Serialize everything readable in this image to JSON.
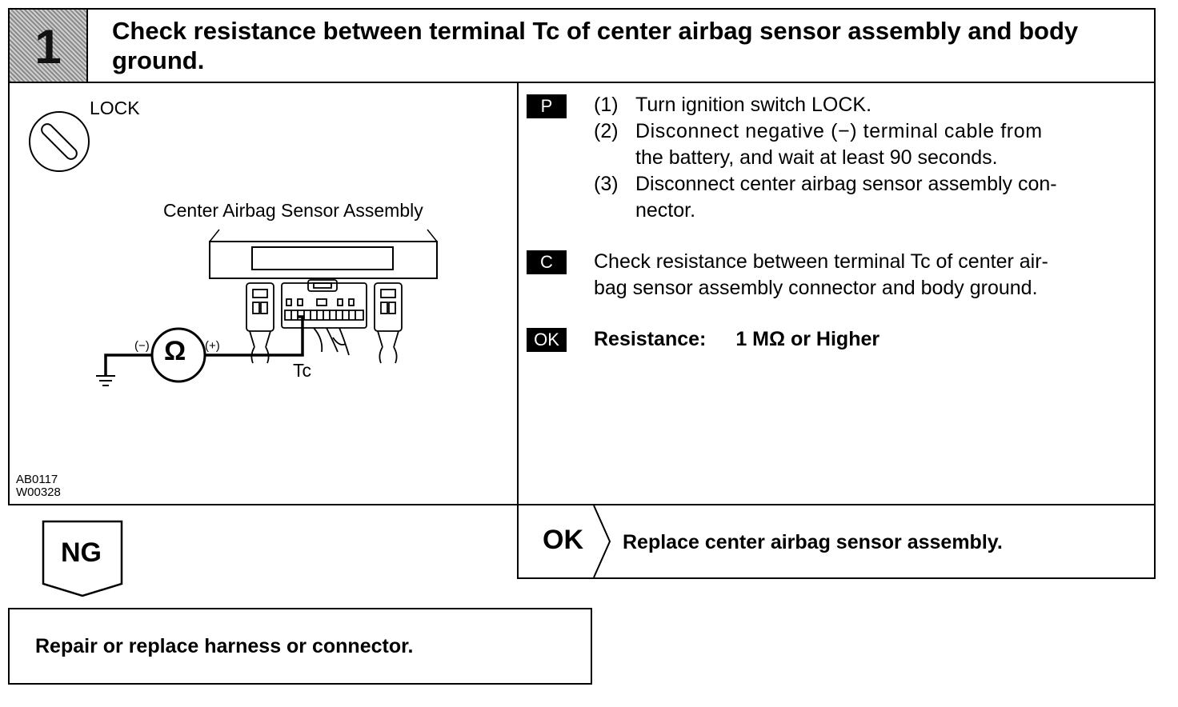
{
  "step": {
    "number": "1",
    "title": "Check resistance between terminal Tc of center airbag sensor assembly and body ground."
  },
  "diagram": {
    "lock_label": "LOCK",
    "assembly_label": "Center Airbag Sensor Assembly",
    "minus_label": "(−)",
    "plus_label": "(+)",
    "ohm_symbol": "Ω",
    "tc_label": "Tc",
    "code1": "AB0117",
    "code2": "W00328"
  },
  "procedure": {
    "p_tag": "P",
    "steps": [
      {
        "num": "(1)",
        "line1": "Turn ignition switch LOCK.",
        "line2": ""
      },
      {
        "num": "(2)",
        "line1": "Disconnect negative (−) terminal cable from",
        "line2": "the battery, and wait at least 90 seconds."
      },
      {
        "num": "(3)",
        "line1": "Disconnect center airbag sensor assembly con-",
        "line2": "nector."
      }
    ],
    "c_tag": "C",
    "check_line1": "Check resistance between terminal Tc of center air-",
    "check_line2": "bag sensor assembly connector and body ground.",
    "ok_tag": "OK",
    "resistance_label": "Resistance:",
    "resistance_value": "1 MΩ or Higher"
  },
  "results": {
    "ok_label": "OK",
    "ok_action": "Replace center airbag sensor assembly.",
    "ng_label": "NG",
    "ng_action": "Repair or replace harness or connector."
  }
}
